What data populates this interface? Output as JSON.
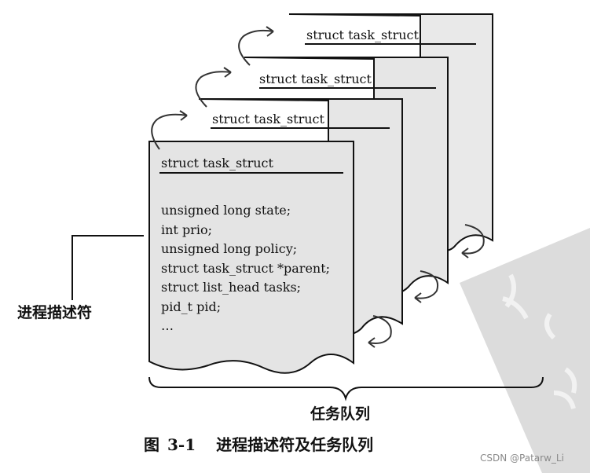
{
  "pages": [
    {
      "title": "struct task_struct"
    },
    {
      "title": "struct task_struct"
    },
    {
      "title": "struct task_struct"
    },
    {
      "title": "struct task_struct"
    }
  ],
  "fields": [
    "unsigned long state;",
    "int prio;",
    "unsigned long policy;",
    "struct task_struct *parent;",
    "struct list_head tasks;",
    "pid_t pid;",
    "…"
  ],
  "labels": {
    "descriptor": "进程描述符",
    "queue": "任务队列"
  },
  "caption": {
    "figure": "图",
    "number": "3-1",
    "text": "进程描述符及任务队列"
  },
  "credit": "CSDN @Patarw_Li",
  "colors": {
    "page_fill": "#e6e6e6",
    "stroke": "#111111",
    "watermark": "#dcdcdc"
  }
}
